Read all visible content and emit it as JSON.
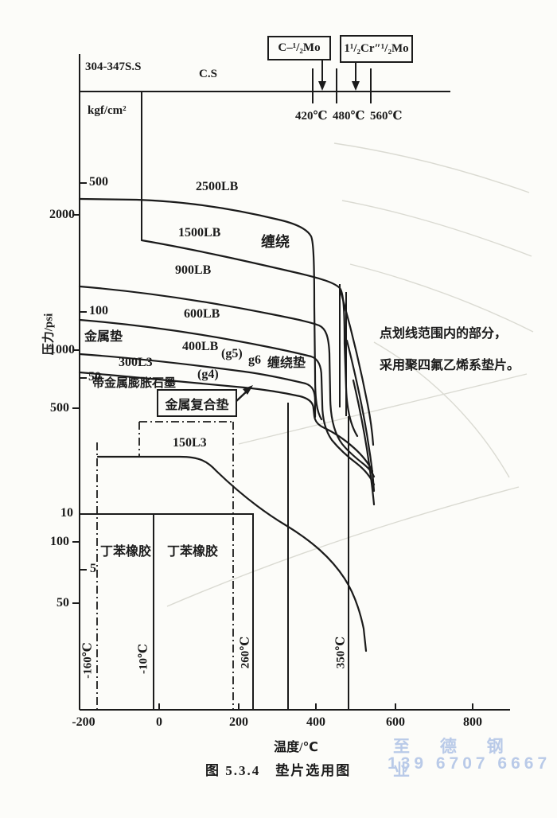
{
  "page": {
    "background": "#fcfcf9",
    "ink": "#1b1b1b"
  },
  "header": {
    "stainless": "304-347S.S",
    "carbon_steel": "C.S",
    "box_cmo": "C–¹/₂Mo",
    "box_crmo": "1¹/₂Cr″¹/₂Mo",
    "temps": [
      "420℃",
      "480℃",
      "560℃"
    ]
  },
  "y_axis": {
    "label": "压力/psi",
    "unit_inner": "kgf/cm²",
    "psi_ticks": [
      "2000",
      "1000",
      "500",
      "100",
      "50"
    ],
    "kgf_ticks": [
      "500",
      "100",
      "50",
      "10",
      "5"
    ]
  },
  "x_axis": {
    "label": "温度/℃",
    "ticks": [
      "-200",
      "0",
      "200",
      "400",
      "600",
      "800"
    ]
  },
  "temp_lines": [
    "-160℃",
    "-10℃",
    "260℃",
    "350℃"
  ],
  "labels": {
    "c2500": "2500LB",
    "c1500": "1500LB",
    "wound": "缠绕",
    "c900": "900LB",
    "c600": "600LB",
    "metal_gasket": "金属垫",
    "c400": "400LB",
    "g5": "(g5)",
    "g6": "g6",
    "wound_gasket": "缠绕垫",
    "c300": "300L3",
    "g4": "(g4)",
    "graphite": "带金属膨胀石墨",
    "metal_composite": "金属复合垫",
    "c150": "150L3",
    "rubber_left": "丁苯橡胶",
    "rubber_right": "丁苯橡胶"
  },
  "note": {
    "line1": "点划线范围内的部分，",
    "line2": "采用聚四氟乙烯系垫片。"
  },
  "caption": "图 5.3.4　垫片选用图",
  "watermark": {
    "line1": "至 德 钢 业",
    "line2": "139 6707 6667",
    "color": "#b9cae8"
  },
  "chart_data": {
    "type": "line",
    "title": "图 5.3.4 垫片选用图",
    "xlabel": "温度/℃",
    "ylabel": "压力/psi（外侧刻度）与 kgf/cm²（内侧刻度）",
    "y_scale": "log",
    "x_ticks_c": [
      -200,
      0,
      200,
      400,
      600,
      800
    ],
    "y_ticks_psi": [
      2000,
      1000,
      500,
      100,
      50
    ],
    "y_ticks_kgfcm2": [
      500,
      100,
      50,
      10,
      5
    ],
    "material_temp_limits_c": [
      {
        "material": "304-347S.S",
        "boundary_c": -10
      },
      {
        "material": "C.S",
        "limit_c": 420
      },
      {
        "material": "C–¹/₂Mo",
        "limit_c": 480
      },
      {
        "material": "1¹/₂Cr″¹/₂Mo",
        "limit_c": 560
      }
    ],
    "reference_temp_lines_c": [
      -160,
      -10,
      260,
      350
    ],
    "series": [
      {
        "name": "2500LB",
        "unit": "kgf/cm²",
        "points": [
          [
            -200,
            390
          ],
          [
            0,
            370
          ],
          [
            200,
            300
          ],
          [
            390,
            245
          ],
          [
            405,
            30
          ]
        ]
      },
      {
        "name": "1500LB",
        "unit": "kgf/cm²",
        "points": [
          [
            -45,
            237
          ],
          [
            100,
            200
          ],
          [
            300,
            155
          ],
          [
            450,
            120
          ],
          [
            475,
            25
          ]
        ]
      },
      {
        "name": "900LB",
        "unit": "kgf/cm²",
        "points": [
          [
            -200,
            136
          ],
          [
            0,
            128
          ],
          [
            200,
            105
          ],
          [
            420,
            85
          ],
          [
            520,
            20
          ]
        ]
      },
      {
        "name": "600LB",
        "unit": "kgf/cm²",
        "points": [
          [
            -200,
            91
          ],
          [
            0,
            85
          ],
          [
            200,
            70
          ],
          [
            420,
            58
          ],
          [
            540,
            13
          ]
        ]
      },
      {
        "name": "400LB",
        "unit": "kgf/cm²",
        "points": [
          [
            -200,
            60
          ],
          [
            0,
            56
          ],
          [
            200,
            47
          ],
          [
            380,
            40
          ],
          [
            400,
            28
          ]
        ]
      },
      {
        "name": "300L3 (g4)",
        "unit": "kgf/cm²",
        "points": [
          [
            -200,
            48
          ],
          [
            0,
            44
          ],
          [
            200,
            38
          ],
          [
            400,
            31
          ],
          [
            500,
            20
          ],
          [
            545,
            13
          ]
        ]
      },
      {
        "name": "150L3",
        "unit": "kgf/cm²",
        "points": [
          [
            -157,
            17.5
          ],
          [
            55,
            17.5
          ],
          [
            190,
            12
          ],
          [
            330,
            8
          ],
          [
            480,
            3.5
          ],
          [
            520,
            1.5
          ]
        ]
      },
      {
        "name": "丁苯橡胶上限",
        "unit": "kgf/cm²",
        "points": [
          [
            -200,
            10
          ],
          [
            240,
            10
          ]
        ]
      }
    ],
    "regions": [
      "金属垫",
      "缠绕 / 缠绕垫 (g4, g5, g6)",
      "带金属膨胀石墨",
      "金属复合垫",
      "丁苯橡胶",
      "点划线范围内采用聚四氟乙烯系垫片"
    ]
  }
}
